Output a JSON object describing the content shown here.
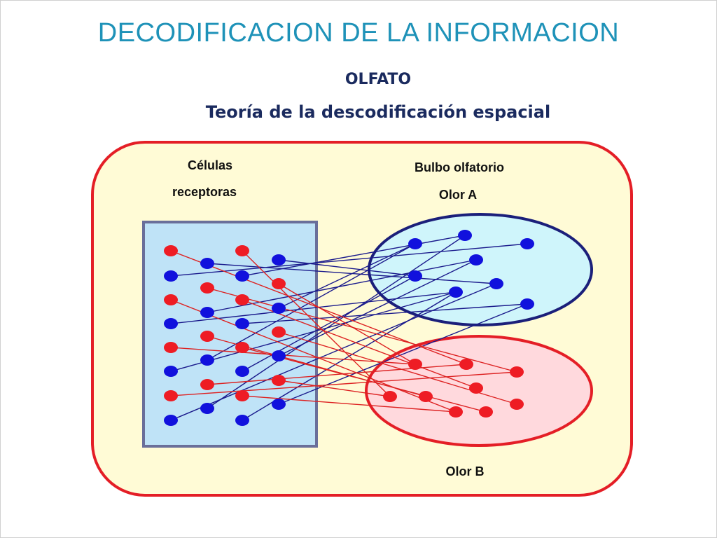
{
  "slide": {
    "title": "DECODIFICACION DE LA INFORMACION",
    "subtitle": "OLFATO",
    "heading": "Teoría de la descodificación espacial"
  },
  "labels": {
    "receptor_line1": "Células",
    "receptor_line2": "receptoras",
    "bulb": "Bulbo olfatorio",
    "odor_a": "Olor A",
    "odor_b": "Olor B"
  },
  "colors": {
    "title": "#1e92b8",
    "text_dark": "#1a2a5e",
    "outer_fill": "#fffbd6",
    "outer_stroke": "#e41e26",
    "receptor_fill": "#bfe3f7",
    "receptor_stroke": "#6a6f9a",
    "odor_a_fill": "#cff5fb",
    "odor_a_stroke": "#1b1f7a",
    "odor_b_fill": "#ffd9dd",
    "odor_b_stroke": "#e41e26",
    "red_dot": "#ee1c24",
    "blue_dot": "#1111dd",
    "red_line": "#dd2222",
    "blue_line": "#1a1a8c"
  }
}
